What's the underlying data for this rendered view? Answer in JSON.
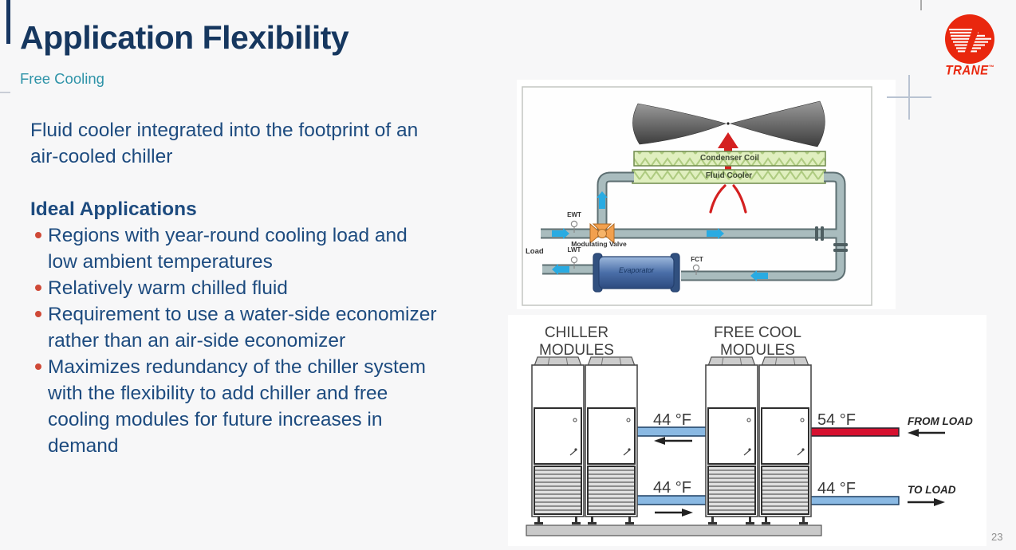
{
  "slide": {
    "title": "Application Flexibility",
    "subtitle": "Free Cooling",
    "page_number": "23",
    "body": {
      "intro": "Fluid cooler integrated into the footprint of an\nair-cooled chiller",
      "heading": "Ideal Applications",
      "bullets": [
        "Regions with year-round cooling load and\nlow ambient temperatures",
        "Relatively warm chilled fluid",
        "Requirement to use a water-side economizer\nrather than an air-side economizer",
        "Maximizes redundancy of the chiller system\nwith the flexibility to add chiller and free\ncooling modules for future increases in\ndemand"
      ]
    },
    "colors": {
      "title_navy": "#16375f",
      "body_navy": "#1d4b7f",
      "subtitle_teal": "#2e93a8",
      "bullet_red": "#cf4937"
    }
  },
  "logo": {
    "brand": "TRANE",
    "trademark": "™",
    "color": "#e9270e"
  },
  "fluid_cooler_diagram": {
    "condenser_coil": "Condenser Coil",
    "fluid_cooler": "Fluid Cooler",
    "ewt": "EWT",
    "modulating_valve": "Modulating Valve",
    "load": "Load",
    "lwt": "LWT",
    "evaporator": "Evaporator",
    "fct": "FCT"
  },
  "modules_diagram": {
    "chiller_modules": "CHILLER MODULES",
    "free_cool_modules": "FREE COOL MODULES",
    "mid_pipe_temp": "44 °F",
    "from_load_temp": "54 °F",
    "from_load": "FROM LOAD",
    "lower_pipe_temp": "44 °F",
    "to_load_temp": "44 °F",
    "to_load": "TO LOAD"
  }
}
